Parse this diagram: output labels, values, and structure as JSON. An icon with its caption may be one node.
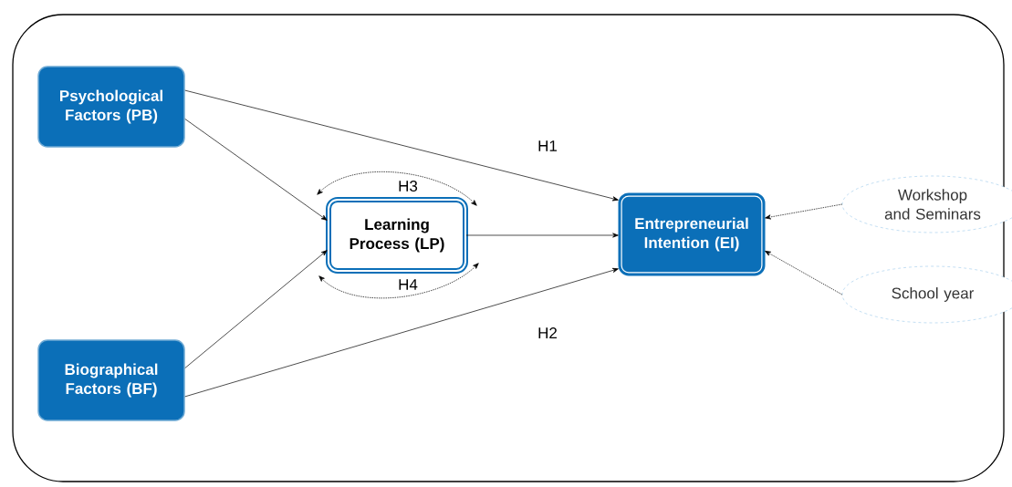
{
  "diagram": {
    "nodes": [
      {
        "text": [
          "Psychological Factors (PB)"
        ]
      },
      {
        "text": [
          "Biographical Factors (BF)"
        ]
      },
      {
        "text": [
          "Learning Process (LP)"
        ]
      },
      {
        "text": [
          "Entrepreneurial Intention (EI)"
        ]
      },
      {
        "text": [
          "Workshop and Seminars"
        ]
      },
      {
        "text": [
          "School year"
        ]
      }
    ],
    "edges": [
      {
        "from": 0,
        "to": 3,
        "arrow": "to",
        "label": "H1"
      },
      {
        "from": 0,
        "to": 2,
        "arrow": "to"
      },
      {
        "from": 1,
        "to": 2,
        "arrow": "to"
      },
      {
        "from": 1,
        "to": 3,
        "arrow": "to",
        "label": "H2"
      },
      {
        "from": 2,
        "to": 3,
        "arrow": "to"
      },
      {
        "from": 2,
        "to": 2,
        "arrow": "both",
        "label": "H3",
        "style": "dashed"
      },
      {
        "from": 2,
        "to": 2,
        "arrow": "both",
        "label": "H4",
        "style": "dashed"
      },
      {
        "from": 4,
        "to": 3,
        "arrow": "to",
        "style": "dashed"
      },
      {
        "from": 5,
        "to": 3,
        "arrow": "to",
        "style": "dashed"
      }
    ]
  }
}
